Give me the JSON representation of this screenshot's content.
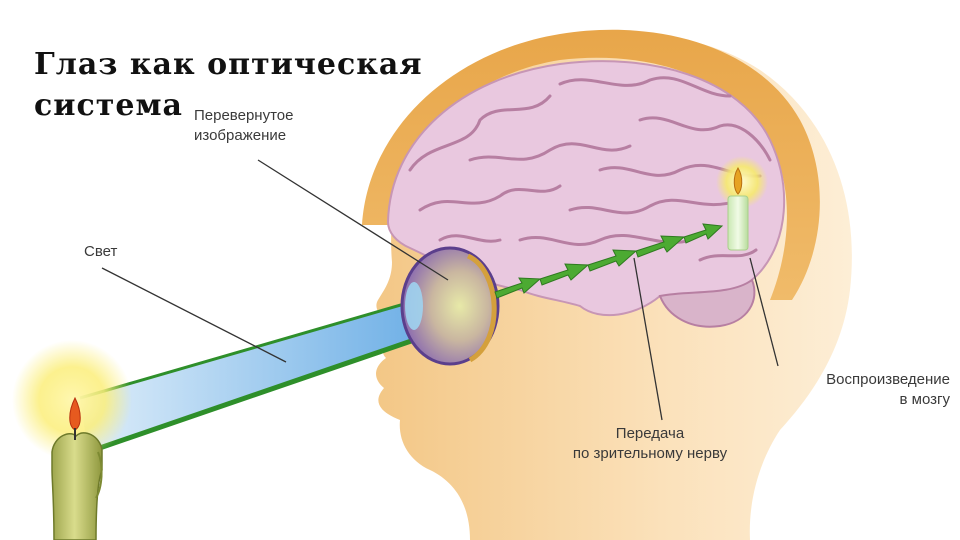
{
  "title": {
    "line1": "Глаз как оптическая",
    "line2": "система"
  },
  "labels": {
    "inverted_image": [
      "Перевернутое",
      "изображение"
    ],
    "light": "Свет",
    "reproduction": [
      "Воспроизведение",
      "в мозгу"
    ],
    "transmission": [
      "Передача",
      "по зрительному нерву"
    ]
  }
}
